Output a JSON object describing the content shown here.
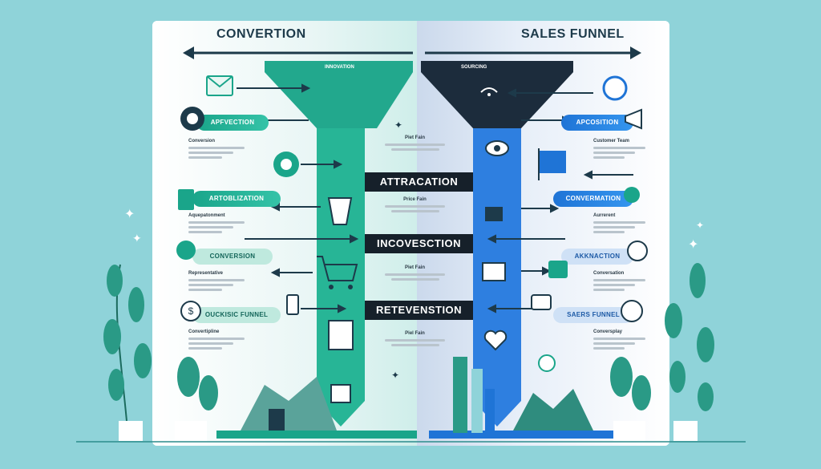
{
  "titles": {
    "left": "CONVERTION",
    "right": "SALES FUNNEL"
  },
  "funnel_labels": {
    "left_top": "INNOVATION",
    "right_top": "SOURCING"
  },
  "bands": [
    "ATTRACATION",
    "INCOVESCTION",
    "RETEVENSTION"
  ],
  "left_pills": [
    "APFVECTION",
    "ARTOBLIZATION",
    "CONVERSION",
    "OUCKISIC FUNNEL"
  ],
  "right_pills": [
    "APCOSITION",
    "CONVERMATION",
    "AKKNACTION",
    "SAERS FUNNEL"
  ],
  "left_texts": [
    "Conversion",
    "Aquepatonment",
    "Representative",
    "Convertipline"
  ],
  "right_texts": [
    "Customer Team",
    "Aurrerent",
    "Conversation",
    "Conversplay"
  ],
  "center_texts": [
    "Piet Fain",
    "Price Fain",
    "Piet Fain",
    "Piel Fain"
  ],
  "colors": {
    "background": "#8fd3d9",
    "teal": "#1aa58a",
    "blue": "#1f74d6",
    "dark": "#16202a"
  }
}
